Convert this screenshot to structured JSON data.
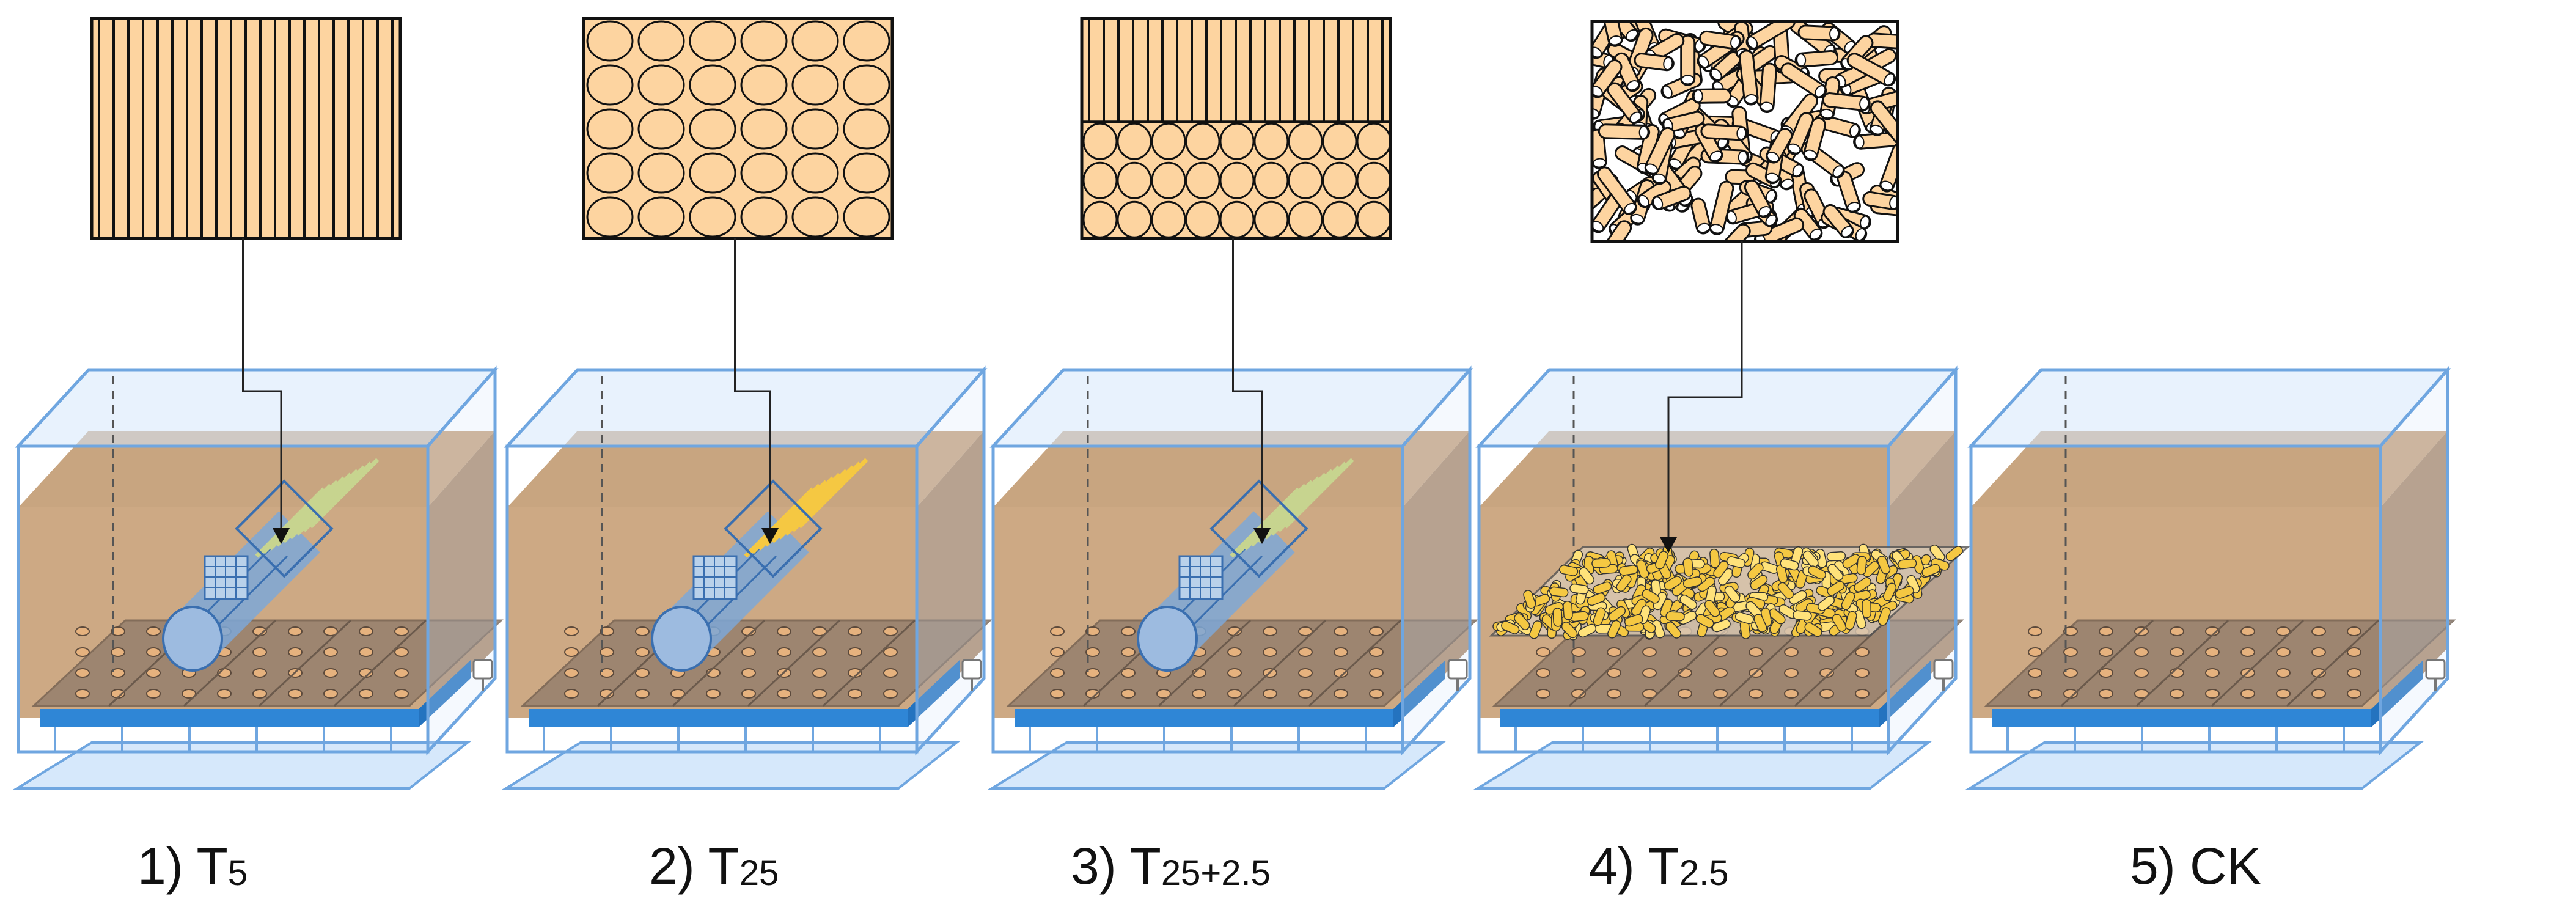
{
  "colors": {
    "soil": "#c9a27a",
    "soil_side": "#a88564",
    "tank_line": "#6fa6e0",
    "tank_fill": "#d6e8fb",
    "drain_blue": "#2f86d6",
    "fiber": "#fdd4a0",
    "fiber_yellow": "#f5c842",
    "outline": "#111111"
  },
  "panels": [
    {
      "id": "t5",
      "caption": {
        "num": "1) T",
        "sub": "5"
      },
      "inset": "vertical-fibers",
      "placement": "tube",
      "icons": [
        "vertical-fiber-inset-icon",
        "tank-icon",
        "fiber-tube-icon",
        "perforated-plate-icon",
        "drain-tray-icon",
        "outlet-valve-icon"
      ]
    },
    {
      "id": "t25",
      "caption": {
        "num": "2) T",
        "sub": "25"
      },
      "inset": "circle-cross-sections",
      "placement": "tube",
      "icons": [
        "circle-fiber-inset-icon",
        "tank-icon",
        "fiber-tube-icon",
        "perforated-plate-icon",
        "drain-tray-icon",
        "outlet-valve-icon"
      ]
    },
    {
      "id": "t25_2_5",
      "caption": {
        "num": "3) T",
        "sub": "25+2.5"
      },
      "inset": "mixed-vertical-circles",
      "placement": "tube",
      "icons": [
        "mixed-fiber-inset-icon",
        "tank-icon",
        "fiber-tube-icon",
        "perforated-plate-icon",
        "drain-tray-icon",
        "outlet-valve-icon"
      ]
    },
    {
      "id": "t2_5",
      "caption": {
        "num": "4) T",
        "sub": "2.5"
      },
      "inset": "random-short-fibers",
      "placement": "layer",
      "icons": [
        "random-fiber-inset-icon",
        "tank-icon",
        "fiber-layer-icon",
        "perforated-plate-icon",
        "drain-tray-icon",
        "outlet-valve-icon"
      ]
    },
    {
      "id": "ck",
      "caption": {
        "num": "5) CK",
        "sub": ""
      },
      "inset": "none",
      "placement": "none",
      "icons": [
        "tank-icon",
        "perforated-plate-icon",
        "drain-tray-icon",
        "outlet-valve-icon"
      ]
    }
  ]
}
